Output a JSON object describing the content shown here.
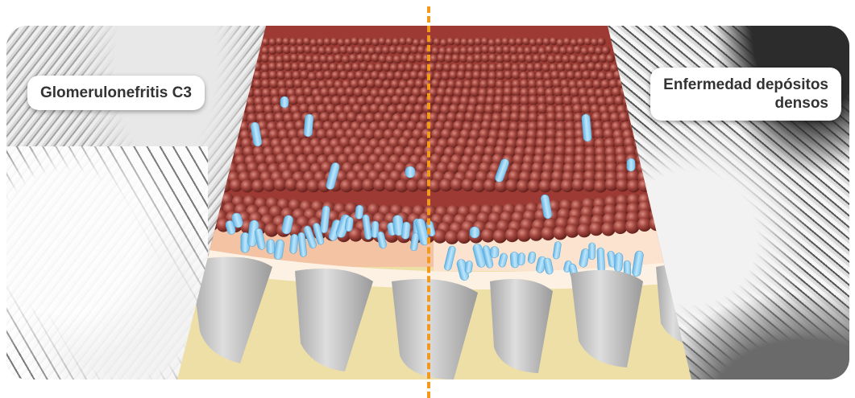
{
  "labels": {
    "left": "Glomerulonefritis C3",
    "right_line1": "Enfermedad depósitos",
    "right_line2": "densos"
  },
  "colors": {
    "endothelium": "#9e3a34",
    "cell_spheres": "#a2463e",
    "deposits": "#8dcdf0",
    "basement_membrane": "#f4c3a4",
    "podocyte_feet": "#c9c9c9",
    "urinary_space": "#eedfa6",
    "divider": "#f39a1e"
  }
}
